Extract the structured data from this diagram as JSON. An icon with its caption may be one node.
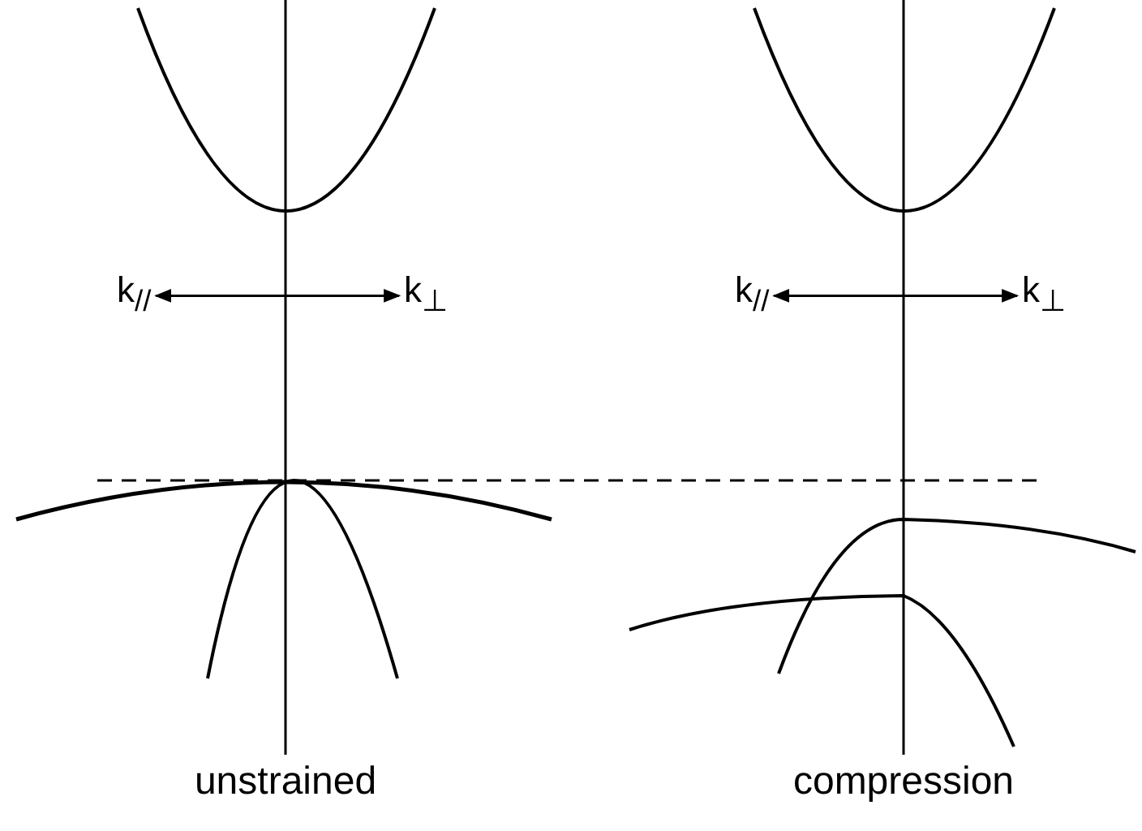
{
  "diagram": {
    "nodes": [
      {
        "text": [
          "k$_{//}$"
        ]
      },
      {
        "text": [
          "k$_{⊥}$"
        ]
      },
      {
        "text": [
          "k$_{//}$"
        ]
      },
      {
        "text": [
          "k$_{⊥}$"
        ]
      }
    ],
    "edges": [
      {
        "from": 0,
        "to": 1,
        "arrow": "both"
      },
      {
        "from": 2,
        "to": 3,
        "arrow": "both"
      }
    ],
    "labels": [
      "unstrained",
      "compression"
    ]
  }
}
